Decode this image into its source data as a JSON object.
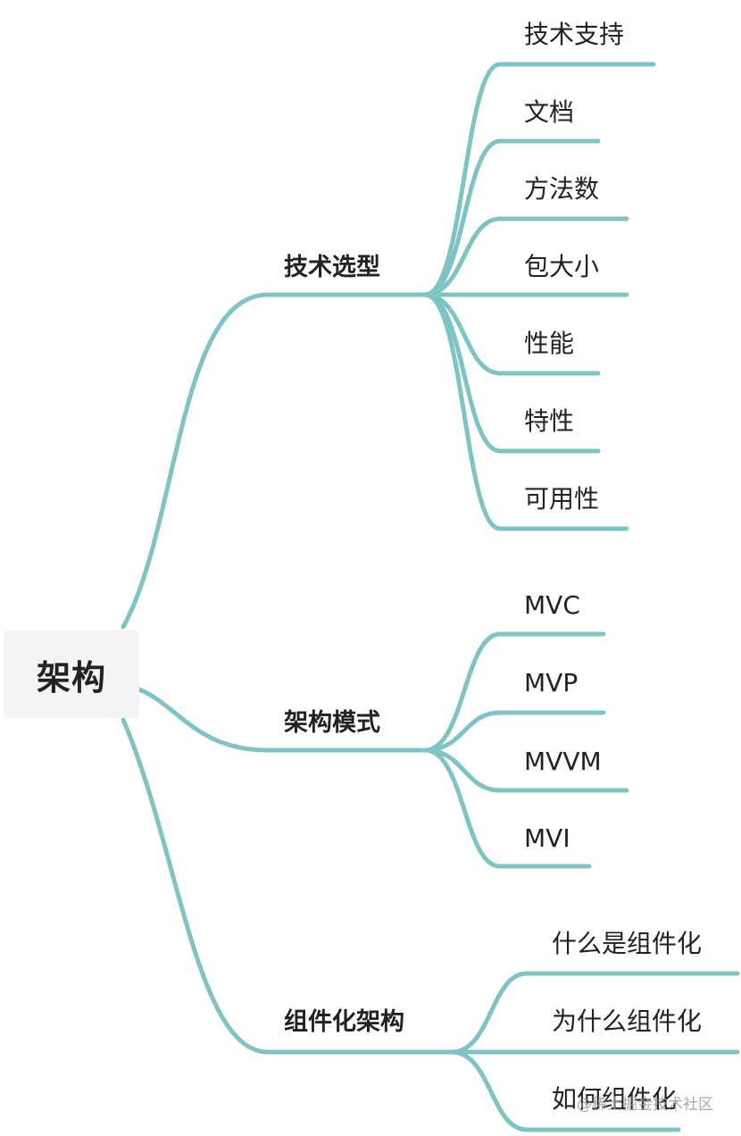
{
  "root": {
    "label": "架构"
  },
  "branches": [
    {
      "label": "技术选型",
      "children": [
        "技术支持",
        "文档",
        "方法数",
        "包大小",
        "性能",
        "特性",
        "可用性"
      ]
    },
    {
      "label": "架构模式",
      "children": [
        "MVC",
        "MVP",
        "MVVM",
        "MVI"
      ]
    },
    {
      "label": "组件化架构",
      "children": [
        "什么是组件化",
        "为什么组件化",
        "如何组件化"
      ]
    }
  ],
  "watermark": "@稀土掘金技术社区",
  "colors": {
    "edge": "#7fc4c4",
    "root_bg": "#f4f4f4",
    "text": "#222222"
  }
}
